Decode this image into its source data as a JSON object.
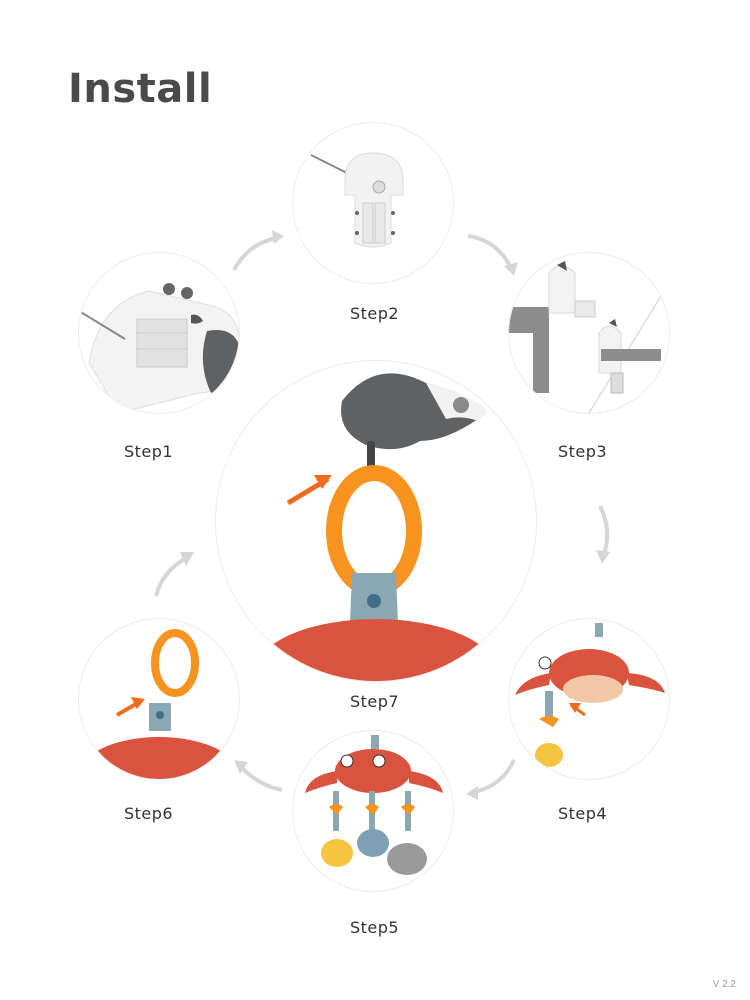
{
  "page": {
    "title": "Install",
    "version": "V 2.2"
  },
  "steps": {
    "step1": "Step1",
    "step2": "Step2",
    "step3": "Step3",
    "step4": "Step4",
    "step5": "Step5",
    "step6": "Step6",
    "step7": "Step7"
  },
  "colors": {
    "gray_device": "#5f6163",
    "white_device": "#f4f4f4",
    "ring_orange": "#f7931e",
    "crab_red": "#d9533e",
    "arrow_orange": "#f26a1b",
    "flow_arrow": "#d6d6d6"
  }
}
